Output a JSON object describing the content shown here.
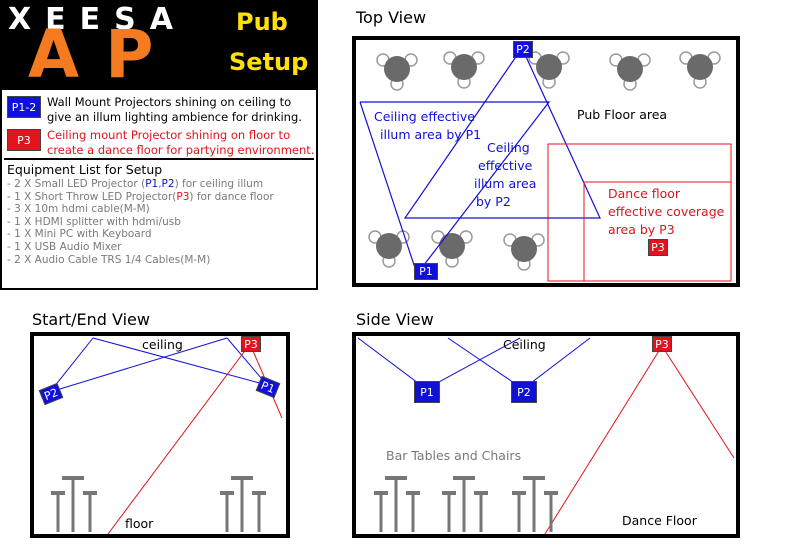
{
  "logo": {
    "brand_top": "XEESA",
    "brand_main": "AP",
    "title_line1": "Pub",
    "title_line2": "Setup",
    "colors": {
      "background": "#000000",
      "orange": "#f47b20",
      "yellow": "#ffe000"
    }
  },
  "legend": {
    "p12": {
      "tag": "P1-2",
      "text_line1": "Wall Mount Projectors shining on ceiling to",
      "text_line2": "give an illum lighting ambience for drinking."
    },
    "p3": {
      "tag": "P3",
      "text_line1": "Ceiling mount Projector shining on floor to",
      "text_line2": "create a dance floor for partying environment."
    }
  },
  "equipment": {
    "title": "Equipment List for Setup",
    "items": [
      {
        "pre": " - 2 X Small LED Projector (",
        "p1": "P1",
        "mid": ",",
        "p2": "P2",
        "post": ") for ceiling illum"
      },
      {
        "pre": " - 1 X Short Throw LED Projector(",
        "p3": "P3",
        "post": ") for dance floor"
      },
      {
        "text": " - 3 X 10m hdmi cable(M-M)"
      },
      {
        "text": " - 1 X HDMI splitter with hdmi/usb"
      },
      {
        "text": " - 1 X Mini PC with Keyboard"
      },
      {
        "text": " - 1 X USB Audio Mixer"
      },
      {
        "text": " - 2 X Audio Cable TRS 1/4 Cables(M-M)"
      }
    ]
  },
  "top_view": {
    "title": "Top View",
    "floor_label": "Pub Floor area",
    "p1_area": {
      "line1": "Ceiling effective",
      "line2": "illum area by P1"
    },
    "p2_area": {
      "line1": "Ceiling",
      "line2": "effective",
      "line3": "illum area",
      "line4": "by P2"
    },
    "dance_area": {
      "line1": "Dance floor",
      "line2": "effective coverage",
      "line3": "area  by P3"
    },
    "tags": {
      "p1": "P1",
      "p2": "P2",
      "p3": "P3"
    }
  },
  "start_end_view": {
    "title": "Start/End View",
    "ceiling_label": "ceiling",
    "floor_label": "floor",
    "tags": {
      "p1": "P1",
      "p2": "P2",
      "p3": "P3"
    }
  },
  "side_view": {
    "title": "Side View",
    "ceiling_label": "Ceiling",
    "tables_label": "Bar Tables and Chairs",
    "dance_floor_label": "Dance Floor",
    "tags": {
      "p1": "P1",
      "p2": "P2",
      "p3": "P3"
    }
  },
  "colors": {
    "blue": "#1010d8",
    "red": "#e0141e",
    "gray": "#7a7a7a",
    "table": "#767676"
  }
}
